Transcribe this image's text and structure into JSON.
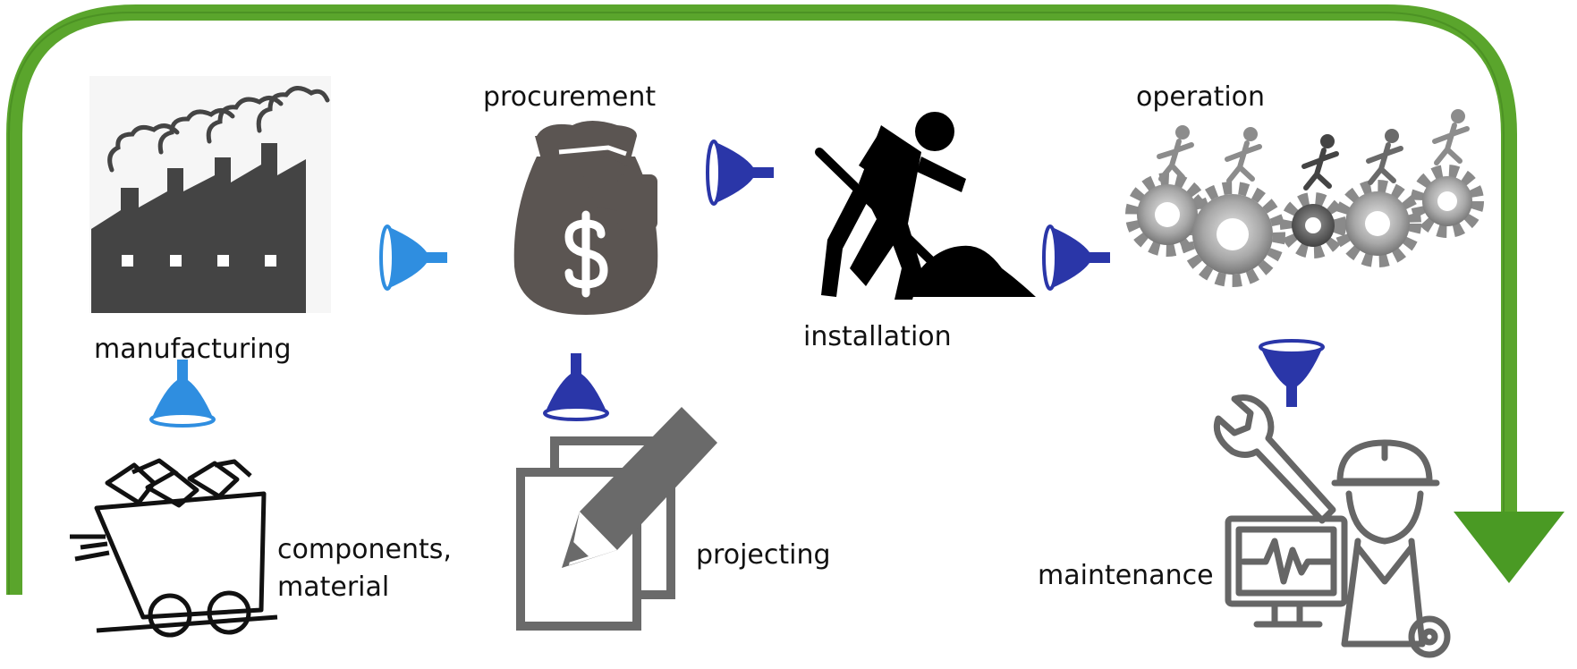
{
  "labels": {
    "manufacturing": "manufacturing",
    "procurement": "procurement",
    "installation": "installation",
    "operation": "operation",
    "components_line1": "components,",
    "components_line2": "material",
    "projecting": "projecting",
    "maintenance": "maintenance"
  },
  "icons": {
    "factory": "factory-icon",
    "money_bag": "money-bag-icon",
    "worker": "worker-digging-icon",
    "gears": "gears-runners-icon",
    "cart": "mine-cart-icon",
    "document": "document-pencil-icon",
    "engineer": "maintenance-engineer-icon",
    "funnel": "funnel-icon"
  },
  "colors": {
    "cycle_arrow": "#4a9a24",
    "funnel_light": "#2f8ee0",
    "funnel_dark": "#2a36a8",
    "icon_gray": "#5a5a5a",
    "icon_black": "#000000"
  }
}
